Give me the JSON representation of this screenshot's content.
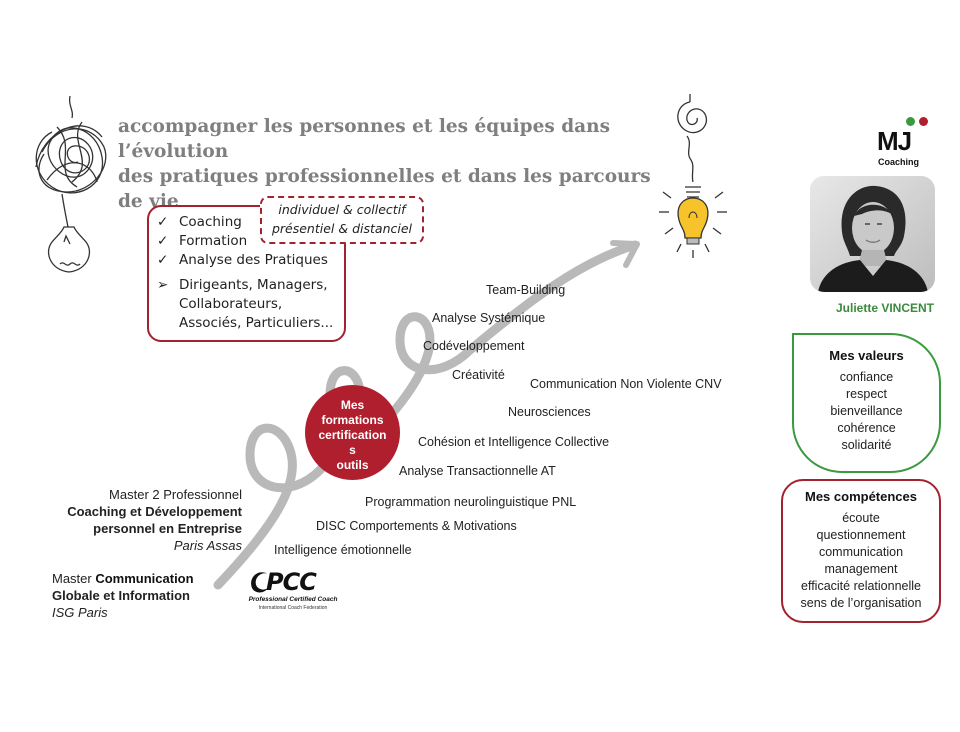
{
  "headline": {
    "line1": "accompagner les personnes et les équipes dans l’évolution",
    "line2": "des pratiques professionnelles et dans les parcours de vie"
  },
  "offer": {
    "items": [
      "Coaching",
      "Formation",
      "Analyse des Pratiques"
    ],
    "audience_line1": "Dirigeants, Managers,",
    "audience_line2": "Collaborateurs,",
    "audience_line3": "Associés, Particuliers...",
    "mark_check": "✓",
    "mark_arrow": "➢"
  },
  "modes": {
    "line1": "individuel & collectif",
    "line2": "présentiel & distanciel"
  },
  "skills": [
    "Team-Building",
    "Analyse Systémique",
    "Codéveloppement",
    "Créativité",
    "Communication Non Violente CNV",
    "Neurosciences",
    "Cohésion et Intelligence Collective",
    "Analyse Transactionnelle AT",
    "Programmation neurolinguistique PNL",
    "DISC Comportements & Motivations",
    "Intelligence émotionnelle"
  ],
  "circle": {
    "line1": "Mes",
    "line2": "formations",
    "line3": "certification",
    "line4": "s",
    "line5": "outils"
  },
  "education": {
    "m2_line1": "Master 2 Professionnel",
    "m2_line2": "Coaching et Développement",
    "m2_line3": "personnel en Entreprise",
    "m2_school": "Paris Assas",
    "master_prefix": "Master ",
    "master_line1_bold": "Communication",
    "master_line2": "Globale et Information",
    "master_school": "ISG Paris"
  },
  "pcc": {
    "mark": "PCC",
    "subtitle": "Professional Certified Coach",
    "org": "International Coach Federation"
  },
  "brand": {
    "logo_letters": "MJ",
    "logo_sub": "Coaching",
    "accent_red": "#b01f2e",
    "accent_green": "#3a9a3e"
  },
  "person": {
    "name": "Juliette VINCENT"
  },
  "values": {
    "title": "Mes valeurs",
    "items": [
      "confiance",
      "respect",
      "bienveillance",
      "cohérence",
      "solidarité"
    ]
  },
  "competences": {
    "title": "Mes compétences",
    "items": [
      "écoute",
      "questionnement",
      "communication",
      "management",
      "efficacité relationnelle",
      "sens de l’organisation"
    ]
  }
}
